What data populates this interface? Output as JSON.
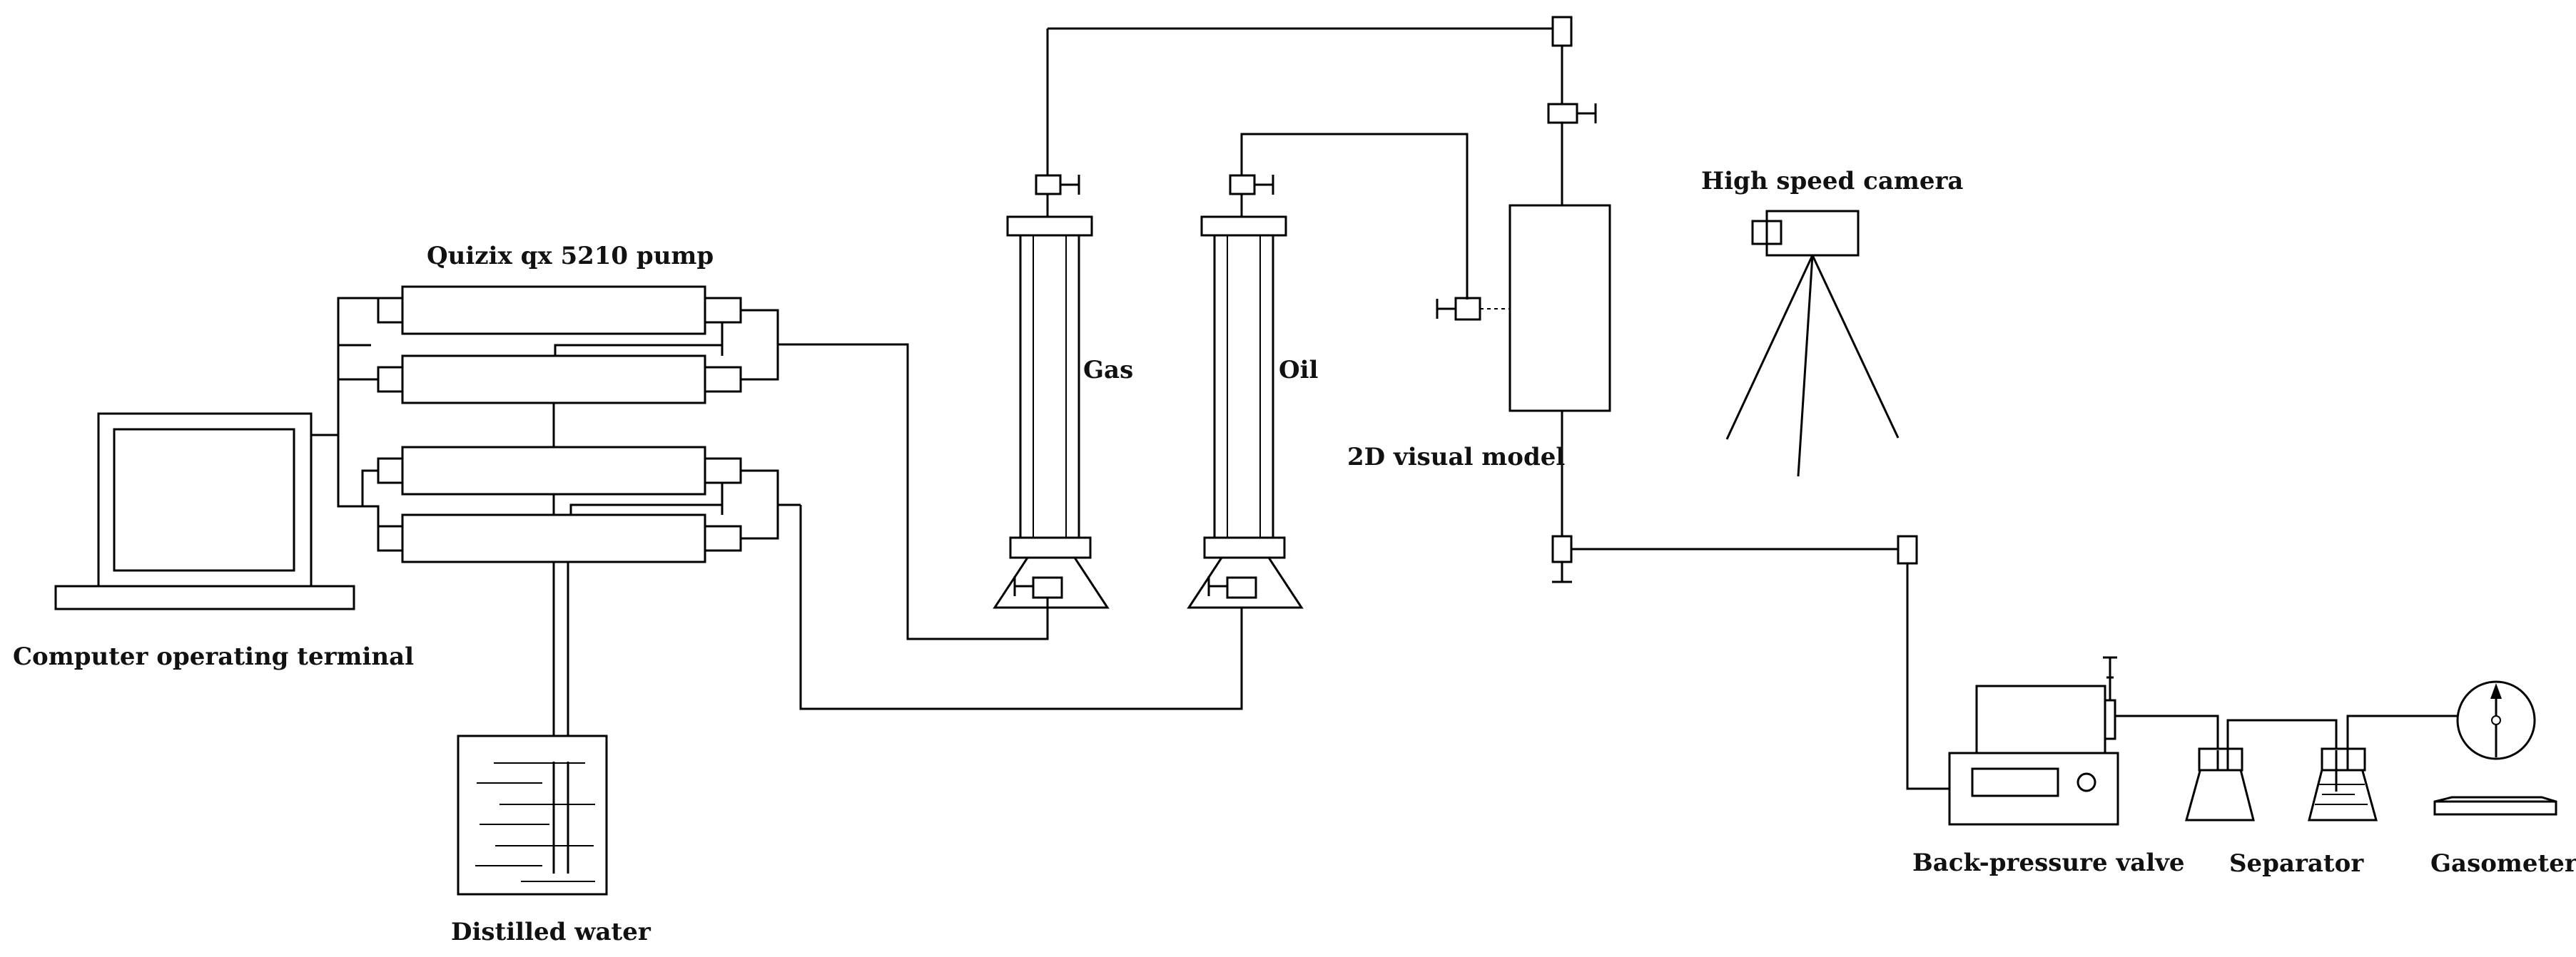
{
  "labels": {
    "pump": "Quizix qx 5210 pump",
    "computer": "Computer operating  terminal",
    "water": "Distilled water",
    "gas": "Gas",
    "oil": "Oil",
    "model": "2D visual model",
    "camera": "High speed camera",
    "bpv": "Back-pressure valve",
    "separator": "Separator",
    "gasometer": "Gasometer"
  },
  "colors": {
    "stroke": "#000000",
    "background": "#ffffff"
  }
}
